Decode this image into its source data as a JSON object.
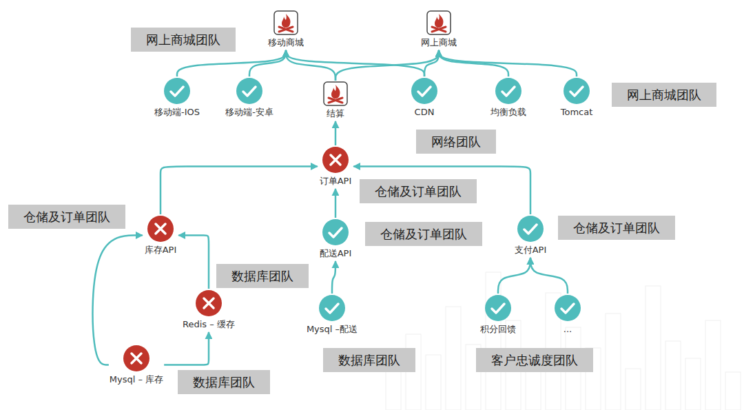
{
  "diagram": {
    "nodes": [
      {
        "text": [
          "移动商城"
        ]
      },
      {
        "text": [
          "网上商城"
        ]
      },
      {
        "text": [
          "网上商城团队"
        ]
      },
      {
        "text": [
          "移动端-IOS"
        ]
      },
      {
        "text": [
          "移动端-安卓"
        ]
      },
      {
        "text": [
          "结算"
        ]
      },
      {
        "text": [
          "CDN"
        ]
      },
      {
        "text": [
          "均衡负载"
        ]
      },
      {
        "text": [
          "Tomcat"
        ]
      },
      {
        "text": [
          "网上商城团队"
        ]
      },
      {
        "text": [
          "网络团队"
        ]
      },
      {
        "text": [
          "订单API"
        ]
      },
      {
        "text": [
          "仓储及订单团队"
        ]
      },
      {
        "text": [
          "仓储及订单团队"
        ]
      },
      {
        "text": [
          "库存API"
        ]
      },
      {
        "text": [
          "配送API"
        ]
      },
      {
        "text": [
          "仓储及订单团队"
        ]
      },
      {
        "text": [
          "支付API"
        ]
      },
      {
        "text": [
          "仓储及订单团队"
        ]
      },
      {
        "text": [
          "数据库团队"
        ]
      },
      {
        "text": [
          "Redis – 缓存"
        ]
      },
      {
        "text": [
          "Mysql –配送"
        ]
      },
      {
        "text": [
          "积分回馈"
        ]
      },
      {
        "text": [
          "..."
        ]
      },
      {
        "text": [
          "Mysql – 库存"
        ]
      },
      {
        "text": [
          "数据库团队"
        ]
      },
      {
        "text": [
          "客户忠诚度团队"
        ]
      },
      {
        "text": [
          "数据库团队"
        ]
      }
    ],
    "edges": [
      {
        "from": 3,
        "to": 0,
        "arrow": "to"
      },
      {
        "from": 4,
        "to": 0,
        "arrow": "to"
      },
      {
        "from": 5,
        "to": 0,
        "arrow": "to"
      },
      {
        "from": 6,
        "to": 0,
        "arrow": "to"
      },
      {
        "from": 5,
        "to": 1,
        "arrow": "to"
      },
      {
        "from": 6,
        "to": 1,
        "arrow": "to"
      },
      {
        "from": 7,
        "to": 1,
        "arrow": "to"
      },
      {
        "from": 8,
        "to": 1,
        "arrow": "to"
      },
      {
        "from": 11,
        "to": 5,
        "arrow": "to"
      },
      {
        "from": 14,
        "to": 11,
        "arrow": "to"
      },
      {
        "from": 15,
        "to": 11,
        "arrow": "to"
      },
      {
        "from": 17,
        "to": 11,
        "arrow": "to"
      },
      {
        "from": 24,
        "to": 14,
        "arrow": "to"
      },
      {
        "from": 24,
        "to": 20,
        "arrow": "to"
      },
      {
        "from": 20,
        "to": 14,
        "arrow": "to"
      },
      {
        "from": 21,
        "to": 15,
        "arrow": "to"
      },
      {
        "from": 22,
        "to": 17,
        "arrow": "to"
      },
      {
        "from": 23,
        "to": 17,
        "arrow": "to"
      }
    ]
  }
}
